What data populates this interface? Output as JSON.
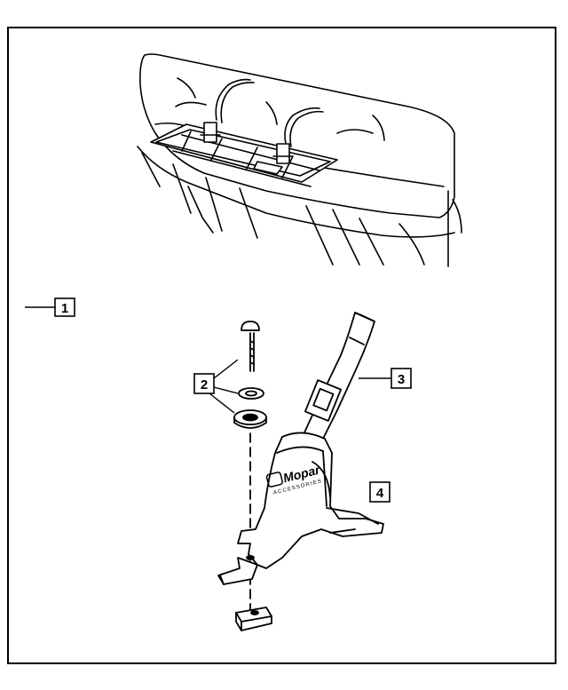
{
  "diagram": {
    "callouts": [
      {
        "id": "1",
        "label": "1"
      },
      {
        "id": "2",
        "label": "2"
      },
      {
        "id": "3",
        "label": "3"
      },
      {
        "id": "4",
        "label": "4"
      }
    ],
    "logo": {
      "text": "Mopar",
      "subtext": "ACCESSORIES"
    },
    "colors": {
      "ink": "#000000",
      "paper": "#ffffff"
    }
  }
}
